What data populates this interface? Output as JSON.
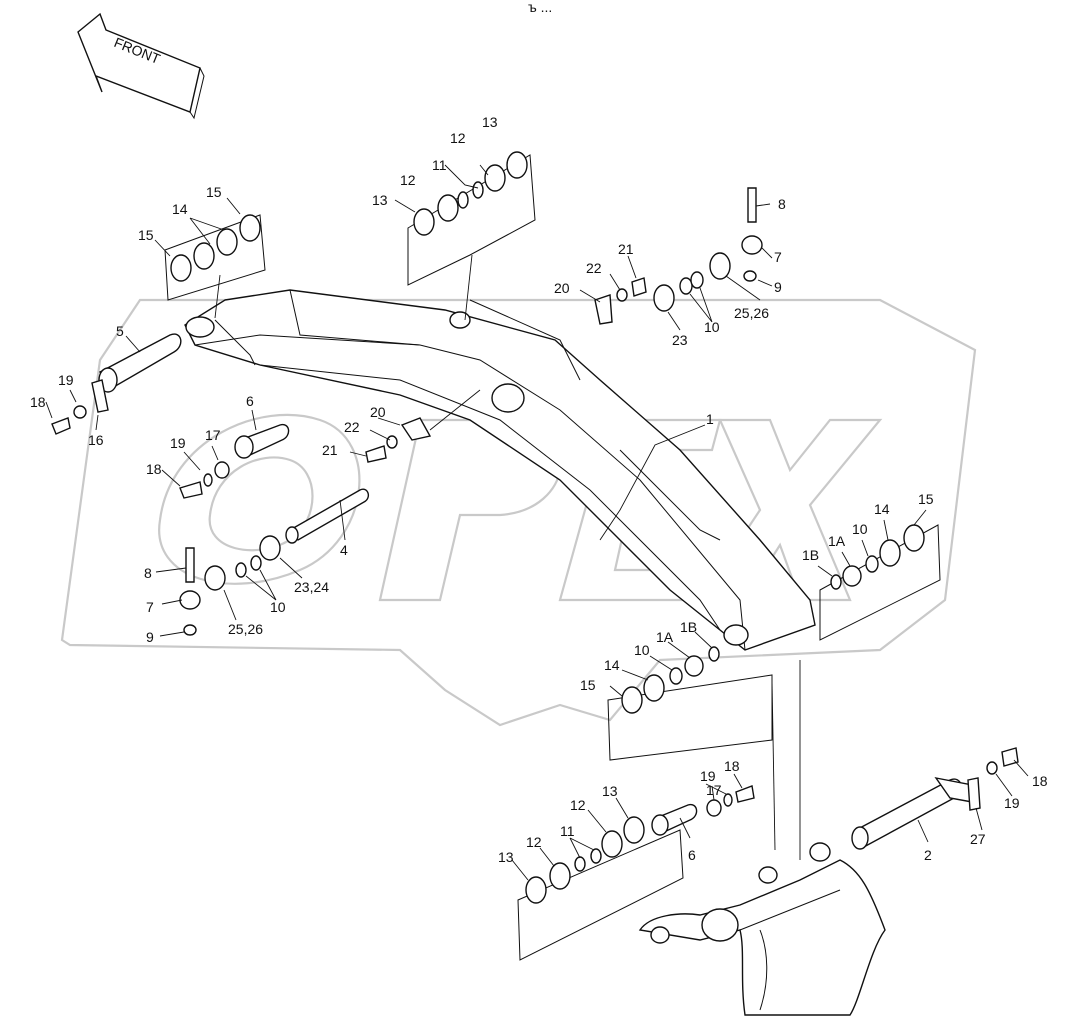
{
  "header": {
    "mark": "ъ ..."
  },
  "direction_arrow": {
    "label": "FRONT"
  },
  "watermark": {
    "text": "OPEX"
  },
  "part_labels": {
    "l1": "1",
    "l1a_r": "1A",
    "l1b_r": "1B",
    "l1a_l": "1A",
    "l1b_l": "1B",
    "l2": "2",
    "l4": "4",
    "l5": "5",
    "l6a": "6",
    "l6b": "6",
    "l7a": "7",
    "l7b": "7",
    "l8a": "8",
    "l8b": "8",
    "l9a": "9",
    "l9b": "9",
    "l10a": "10",
    "l10b": "10",
    "l10c": "10",
    "l10d": "10",
    "l11a": "11",
    "l11b": "11",
    "l12a": "12",
    "l12b": "12",
    "l12c": "12",
    "l12d": "12",
    "l13a": "13",
    "l13b": "13",
    "l13c": "13",
    "l13d": "13",
    "l14a": "14",
    "l14b": "14",
    "l14c": "14",
    "l15a": "15",
    "l15b": "15",
    "l15c": "15",
    "l15d": "15",
    "l16": "16",
    "l17a": "17",
    "l17b": "17",
    "l18a": "18",
    "l18b": "18",
    "l18c": "18",
    "l18d": "18",
    "l19a": "19",
    "l19b": "19",
    "l19c": "19",
    "l19d": "19",
    "l20a": "20",
    "l20b": "20",
    "l21a": "21",
    "l21b": "21",
    "l22a": "22",
    "l22b": "22",
    "l23": "23",
    "l2324": "23,24",
    "l2526a": "25,26",
    "l2526b": "25,26",
    "l27": "27"
  }
}
